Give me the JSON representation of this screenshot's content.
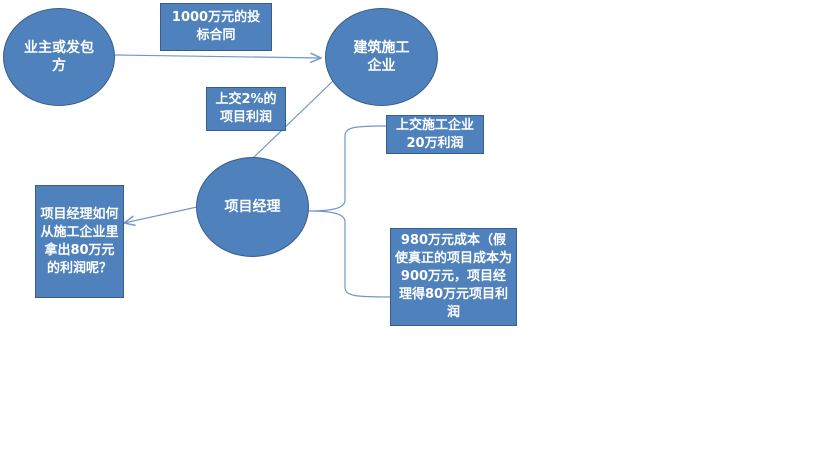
{
  "nodes": {
    "owner": "业主或发包方",
    "company": "建筑施工企业",
    "manager": "项目经理"
  },
  "labels": {
    "contract": "1000万元的投标合同",
    "fee": "上交2%的项目利润",
    "pay_company": "上交施工企业20万利润",
    "question": "项目经理如何从施工企业里拿出80万元的利润呢？",
    "cost": "980万元成本（假使真正的项目成本为900万元，项目经理得80万元项目利润"
  },
  "colors": {
    "fill": "#4f81bd",
    "stroke": "#385d8a",
    "line": "#6f97cd"
  }
}
